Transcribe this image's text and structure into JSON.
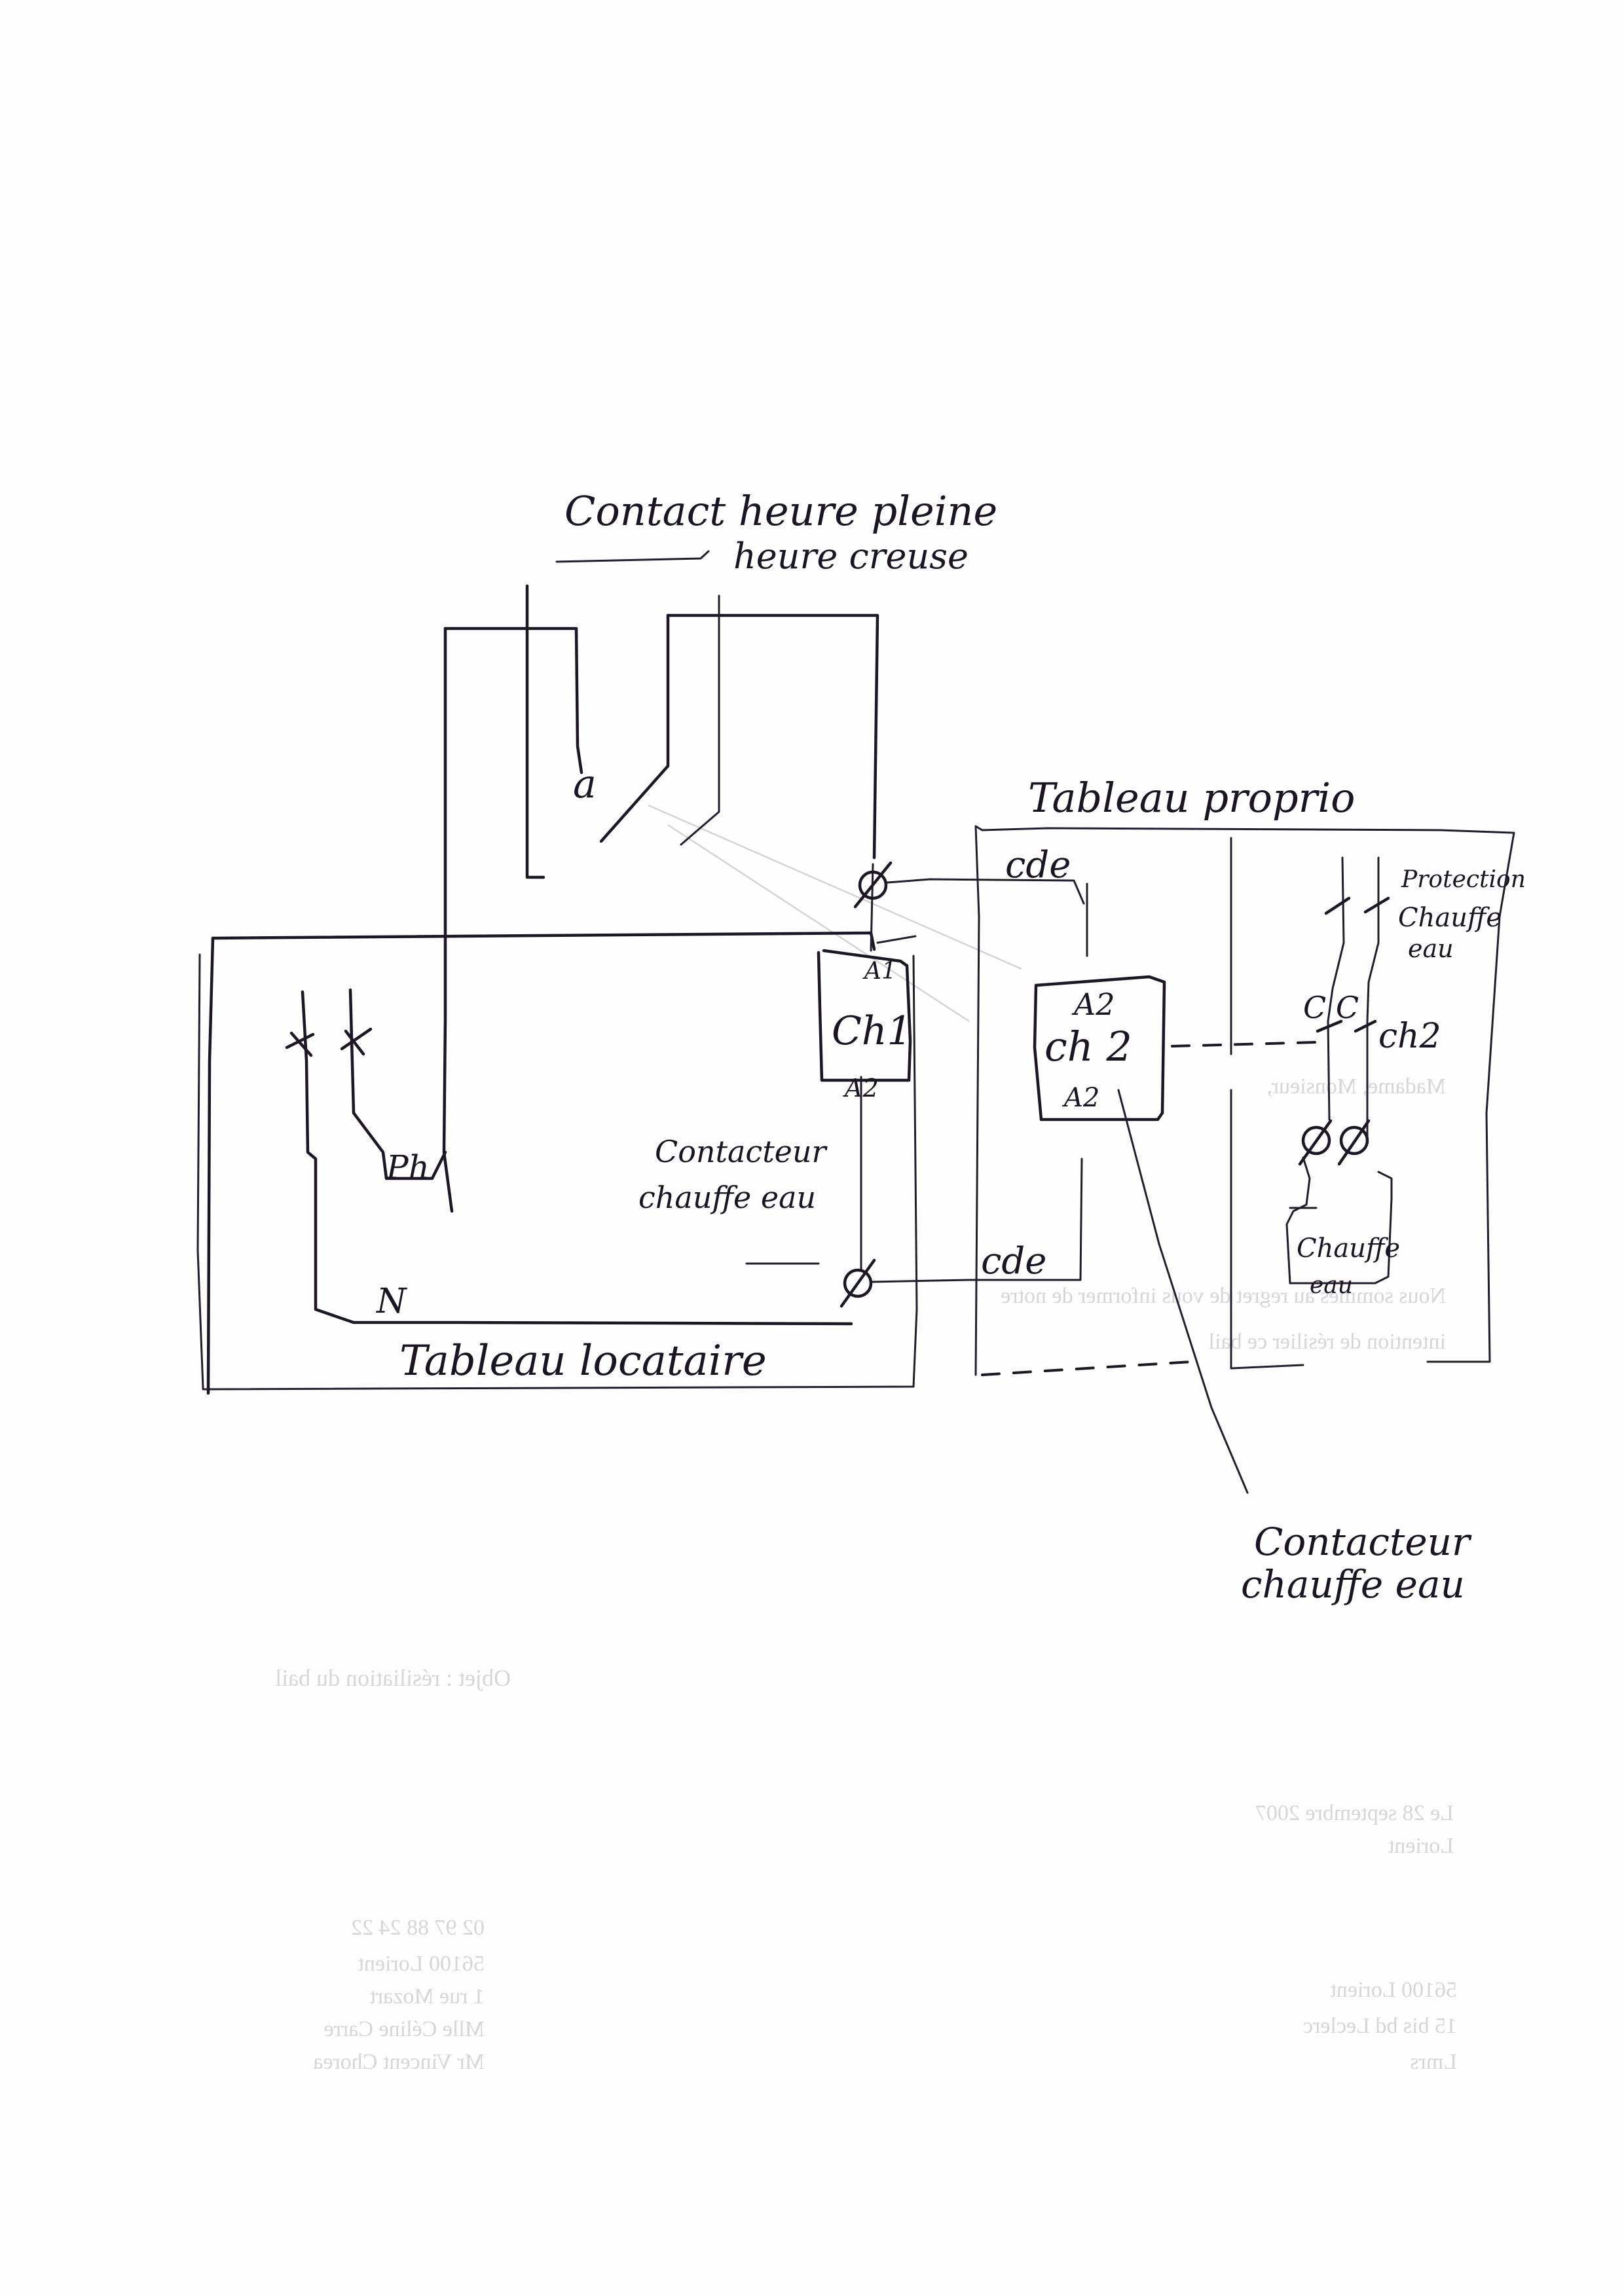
{
  "labels": {
    "contact_title": "Contact heure pleine",
    "contact_sub": "heure creuse",
    "contact_letter": "a",
    "tableau_proprio": "Tableau proprio",
    "cde_top": "cde",
    "cde_bottom": "cde",
    "protection": [
      "Protection",
      "Chauffe",
      "eau"
    ],
    "ch1": "Ch1",
    "ch1_a1": "A1",
    "ch1_a2": "A2",
    "ch2": "ch 2",
    "ch2_a2_top": "A2",
    "ch2_a2_bottom": "A2",
    "ch2_contact": "ch2",
    "cc": "C C",
    "ph": "Ph",
    "n": "N",
    "tableau_locataire": "Tableau locataire",
    "contacteur_left": [
      "Contacteur",
      "chauffe eau"
    ],
    "contacteur_right": [
      "Contacteur",
      "chauffe eau"
    ],
    "chauffe_box": [
      "Chauffe",
      "eau"
    ]
  },
  "show_through_text": {
    "body_lines": [
      "Madame, Monsieur,",
      "Nous sommes au regret de vous informer de notre",
      "intention de résilier ce bail"
    ],
    "objet": "Objet : résiliation du bail",
    "date_lines": [
      "Le 28 septembre 2007",
      "Lorient"
    ],
    "sender_lines": [
      "Mr Vincent Chorea",
      "Mlle Céline Carre",
      "1 rue Mozart",
      "56100 Lorient",
      "02 97 88 24 22"
    ],
    "recipient_lines": [
      "Lmrs",
      "15 bis bd Leclerc",
      "56100 Lorient"
    ]
  },
  "colors": {
    "ink": "#1c1626",
    "paper": "#fefefe",
    "show_through": "#d6d6da"
  }
}
